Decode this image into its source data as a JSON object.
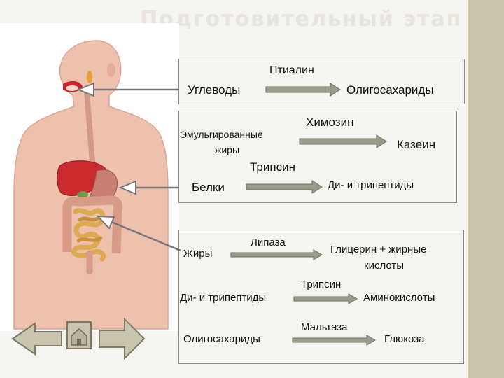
{
  "slide": {
    "title": "Подготовительный этап",
    "colors": {
      "background": "#c9c6ad",
      "panel": "#f4f4f1",
      "arrow_fill": "#9b9b8c",
      "box_border": "#8a8a7e"
    }
  },
  "figure": {
    "icon": "digestive-system-illustration"
  },
  "box1": {
    "enzyme": "Птиалин",
    "substrate": "Углеводы",
    "product": "Олигосахариды"
  },
  "box2": {
    "chymosin": "Химозин",
    "emulsified_line1": "Эмульгированные",
    "emulsified_line2": "жиры",
    "product_casein": "Казеин",
    "trypsin": "Трипсин",
    "substrate_proteins": "Белки",
    "product_peptides": "Ди-  и трипептиды"
  },
  "box3": {
    "lipase": "Липаза",
    "fats": "Жиры",
    "glycerol_line1": "Глицерин + жирные",
    "glycerol_line2": "кислоты",
    "trypsin": "Трипсин",
    "peptides": "Ди- и трипептиды",
    "amino_acids": "Аминокислоты",
    "maltase": "Мальтаза",
    "oligosaccharides": "Олигосахариды",
    "glucose": "Глюкоза"
  },
  "nav": {
    "back_icon": "arrow-left-icon",
    "home_icon": "home-icon",
    "forward_icon": "arrow-right-icon"
  }
}
